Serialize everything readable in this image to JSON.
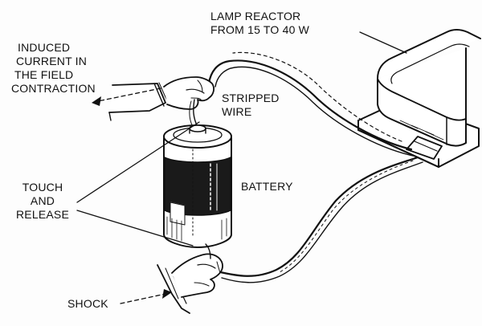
{
  "labels": {
    "lamp_reactor": [
      "LAMP REACTOR",
      "FROM 15 TO 40 W"
    ],
    "induced_current": [
      "INDUCED",
      "CURRENT IN",
      "THE FIELD",
      "CONTRACTION"
    ],
    "stripped_wire": [
      "STRIPPED",
      "WIRE"
    ],
    "touch_release": [
      "TOUCH",
      "AND",
      "RELEASE"
    ],
    "battery": "BATTERY",
    "shock": "SHOCK"
  }
}
